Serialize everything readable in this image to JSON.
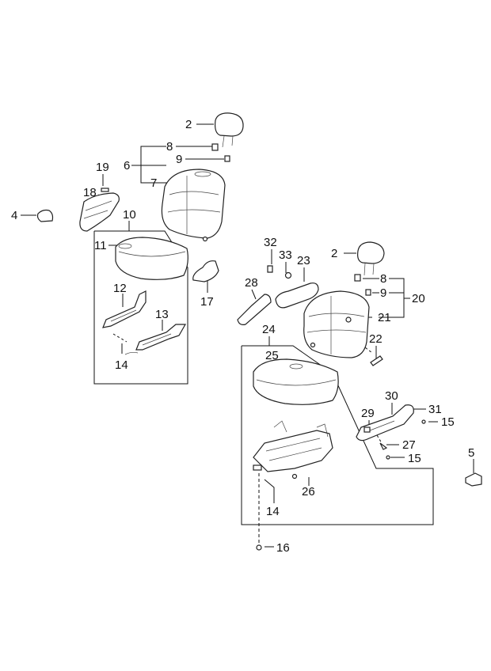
{
  "diagram": {
    "callouts": {
      "c2a": "2",
      "c8a": "8",
      "c9a": "9",
      "c6": "6",
      "c7": "7",
      "c19": "19",
      "c18": "18",
      "c4": "4",
      "c10": "10",
      "c11": "11",
      "c12": "12",
      "c13": "13",
      "c14a": "14",
      "c17": "17",
      "c32": "32",
      "c33": "33",
      "c23": "23",
      "c2b": "2",
      "c8b": "8",
      "c9b": "9",
      "c20": "20",
      "c21": "21",
      "c28": "28",
      "c24": "24",
      "c22": "22",
      "c25": "25",
      "c30": "30",
      "c31": "31",
      "c15a": "15",
      "c29": "29",
      "c27": "27",
      "c15b": "15",
      "c5": "5",
      "c26": "26",
      "c14b": "14",
      "c16": "16"
    }
  }
}
